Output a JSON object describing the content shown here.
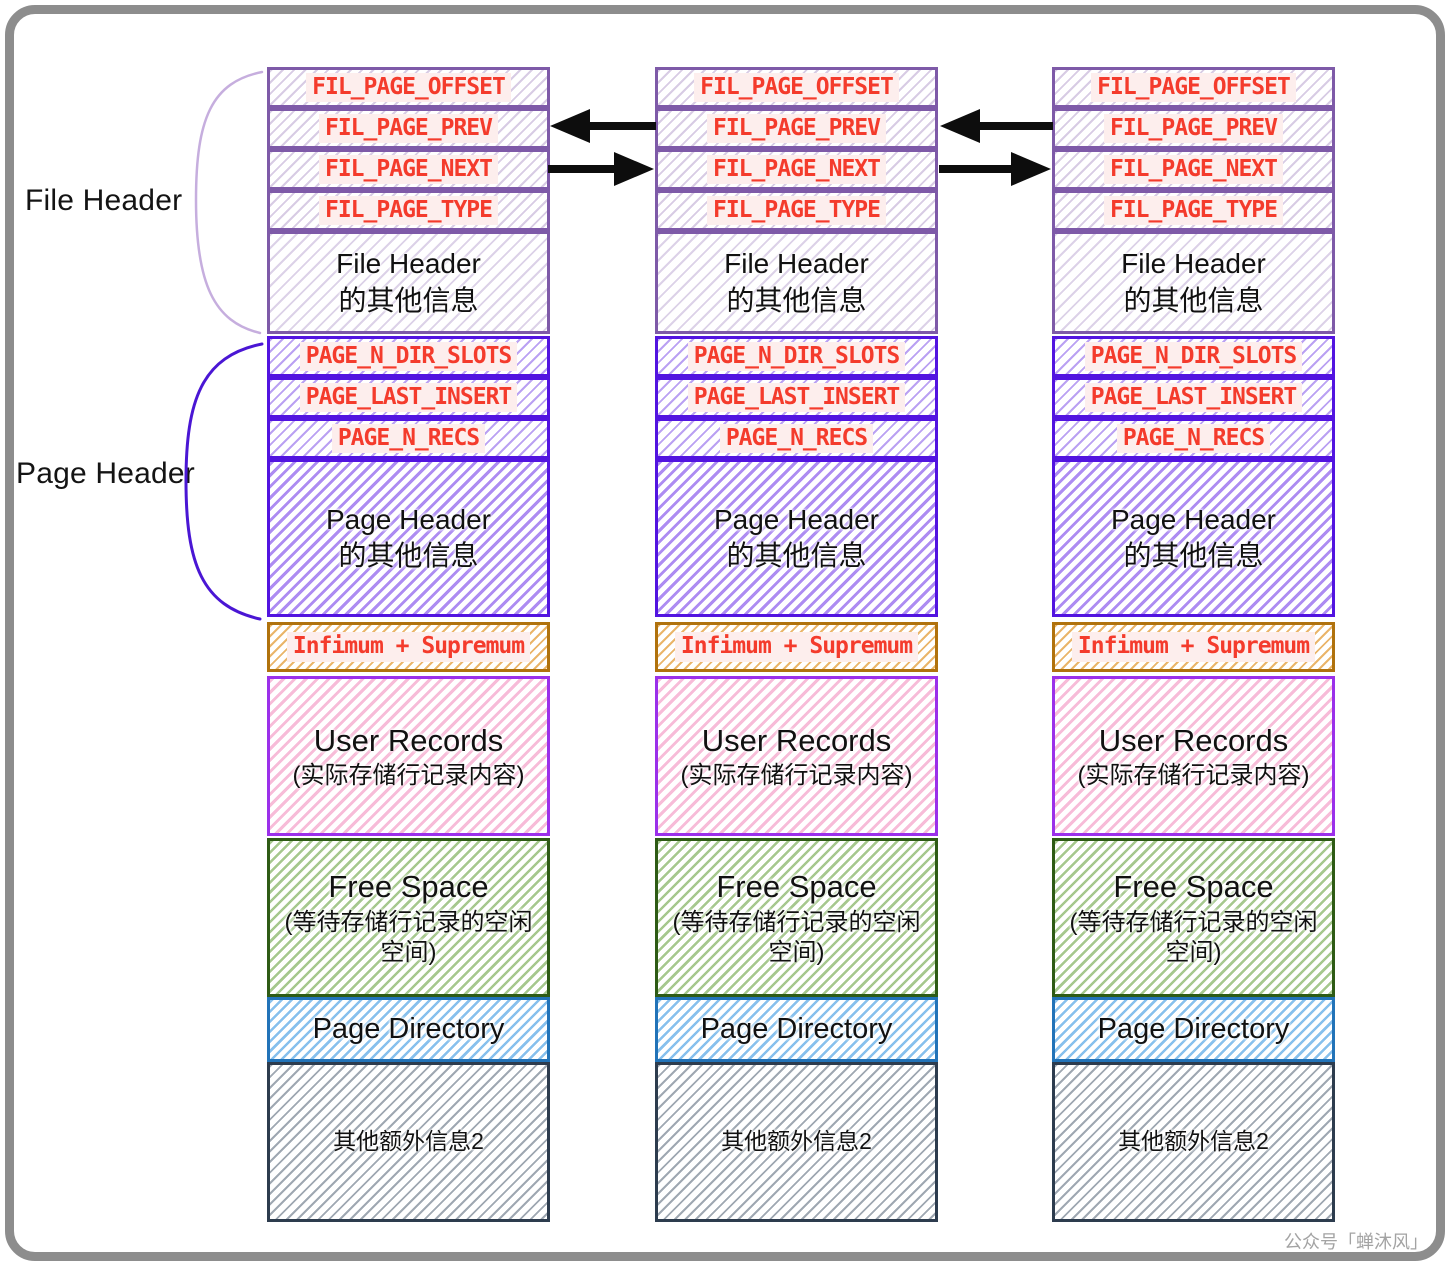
{
  "side_labels": {
    "file_header": "File Header",
    "page_header": "Page Header"
  },
  "watermark": "公众号「蝉沐风」",
  "colors": {
    "field_text": "#f43b2c",
    "field_label_bg": "#fdeeed",
    "file_header_border": "#7e5aa8",
    "page_header_border": "#5214e0",
    "infimum_border": "#b0720d",
    "user_records_border": "#9b30ea",
    "user_records_hatch": "#f184b8",
    "free_space_border": "#2e5b15",
    "page_directory_border": "#2273b8",
    "extra_info_border": "#2d3c4e",
    "frame_border": "#8d8d8d",
    "arrow": "#0d0d0d"
  },
  "links": {
    "prev_arrow_direction": "left",
    "next_arrow_direction": "right"
  },
  "pages": [
    {
      "fil_rows": [
        "FIL_PAGE_OFFSET",
        "FIL_PAGE_PREV",
        "FIL_PAGE_NEXT",
        "FIL_PAGE_TYPE"
      ],
      "file_header_other": {
        "line1": "File Header",
        "line2": "的其他信息"
      },
      "page_header_rows": [
        "PAGE_N_DIR_SLOTS",
        "PAGE_LAST_INSERT",
        "PAGE_N_RECS"
      ],
      "page_header_other": {
        "line1": "Page Header",
        "line2": "的其他信息"
      },
      "infimum_supremum": "Infimum + Supremum",
      "user_records": {
        "title": "User Records",
        "subtitle": "(实际存储行记录内容)"
      },
      "free_space": {
        "title": "Free Space",
        "subtitle_line1": "(等待存储行记录的空闲",
        "subtitle_line2": "空间)"
      },
      "page_directory": "Page Directory",
      "extra_info": "其他额外信息2"
    },
    {
      "fil_rows": [
        "FIL_PAGE_OFFSET",
        "FIL_PAGE_PREV",
        "FIL_PAGE_NEXT",
        "FIL_PAGE_TYPE"
      ],
      "file_header_other": {
        "line1": "File Header",
        "line2": "的其他信息"
      },
      "page_header_rows": [
        "PAGE_N_DIR_SLOTS",
        "PAGE_LAST_INSERT",
        "PAGE_N_RECS"
      ],
      "page_header_other": {
        "line1": "Page Header",
        "line2": "的其他信息"
      },
      "infimum_supremum": "Infimum + Supremum",
      "user_records": {
        "title": "User Records",
        "subtitle": "(实际存储行记录内容)"
      },
      "free_space": {
        "title": "Free Space",
        "subtitle_line1": "(等待存储行记录的空闲",
        "subtitle_line2": "空间)"
      },
      "page_directory": "Page Directory",
      "extra_info": "其他额外信息2"
    },
    {
      "fil_rows": [
        "FIL_PAGE_OFFSET",
        "FIL_PAGE_PREV",
        "FIL_PAGE_NEXT",
        "FIL_PAGE_TYPE"
      ],
      "file_header_other": {
        "line1": "File Header",
        "line2": "的其他信息"
      },
      "page_header_rows": [
        "PAGE_N_DIR_SLOTS",
        "PAGE_LAST_INSERT",
        "PAGE_N_RECS"
      ],
      "page_header_other": {
        "line1": "Page Header",
        "line2": "的其他信息"
      },
      "infimum_supremum": "Infimum + Supremum",
      "user_records": {
        "title": "User Records",
        "subtitle": "(实际存储行记录内容)"
      },
      "free_space": {
        "title": "Free Space",
        "subtitle_line1": "(等待存储行记录的空闲",
        "subtitle_line2": "空间)"
      },
      "page_directory": "Page Directory",
      "extra_info": "其他额外信息2"
    }
  ]
}
